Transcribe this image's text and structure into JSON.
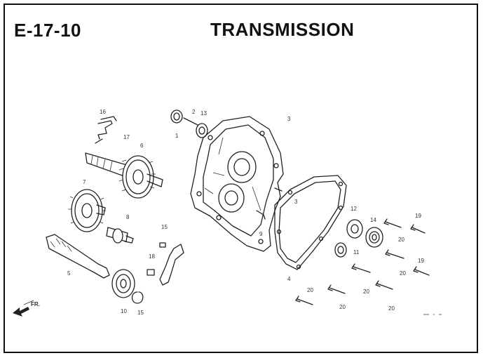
{
  "header": {
    "code": "E-17-10",
    "title": "TRANSMISSION"
  },
  "callouts": [
    {
      "id": "c16",
      "label": "16"
    },
    {
      "id": "c17",
      "label": "17"
    },
    {
      "id": "c6",
      "label": "6"
    },
    {
      "id": "c7",
      "label": "7"
    },
    {
      "id": "c8",
      "label": "8"
    },
    {
      "id": "c5",
      "label": "5"
    },
    {
      "id": "c10",
      "label": "10"
    },
    {
      "id": "c15a",
      "label": "15"
    },
    {
      "id": "c15b",
      "label": "15"
    },
    {
      "id": "c18",
      "label": "18"
    },
    {
      "id": "c2",
      "label": "2"
    },
    {
      "id": "c13",
      "label": "13"
    },
    {
      "id": "c1",
      "label": "1"
    },
    {
      "id": "c3a",
      "label": "3"
    },
    {
      "id": "c3b",
      "label": "3"
    },
    {
      "id": "c9",
      "label": "9"
    },
    {
      "id": "c4",
      "label": "4"
    },
    {
      "id": "c12",
      "label": "12"
    },
    {
      "id": "c14",
      "label": "14"
    },
    {
      "id": "c11",
      "label": "11"
    },
    {
      "id": "c19a",
      "label": "19"
    },
    {
      "id": "c19b",
      "label": "19"
    },
    {
      "id": "c20a",
      "label": "20"
    },
    {
      "id": "c20b",
      "label": "20"
    },
    {
      "id": "c20c",
      "label": "20"
    },
    {
      "id": "c20d",
      "label": "20"
    },
    {
      "id": "c20e",
      "label": "20"
    },
    {
      "id": "c20f",
      "label": "20"
    }
  ],
  "front_marker": {
    "label": "FR."
  }
}
